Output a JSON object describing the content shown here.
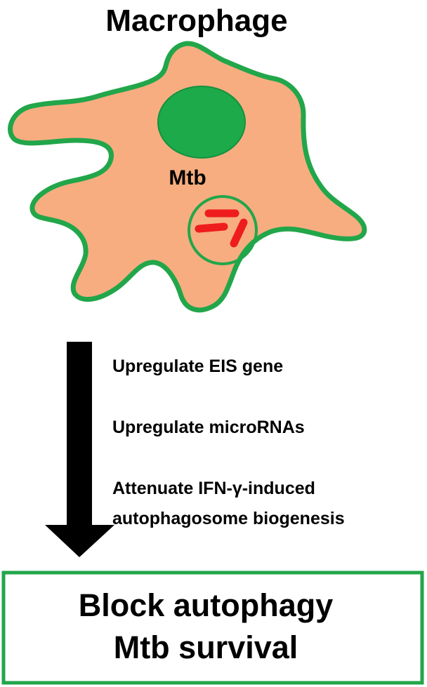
{
  "title": "Macrophage",
  "cell": {
    "pathogen_label": "Mtb"
  },
  "steps": [
    {
      "label": "Upregulate EIS gene"
    },
    {
      "label": "Upregulate microRNAs"
    },
    {
      "label_line1": "Attenuate IFN-γ-induced",
      "label_line2": "autophagosome biogenesis"
    }
  ],
  "outcome": {
    "line1": "Block autophagy",
    "line2": "Mtb survival"
  },
  "colors": {
    "cell_fill": "#F7AD80",
    "membrane": "#22A64A",
    "nucleus": "#1DAA4A",
    "nucleus_stroke": "#159140",
    "bacteria": "#EE1C1C",
    "arrow": "#000000",
    "outcome_border": "#22A64A"
  }
}
